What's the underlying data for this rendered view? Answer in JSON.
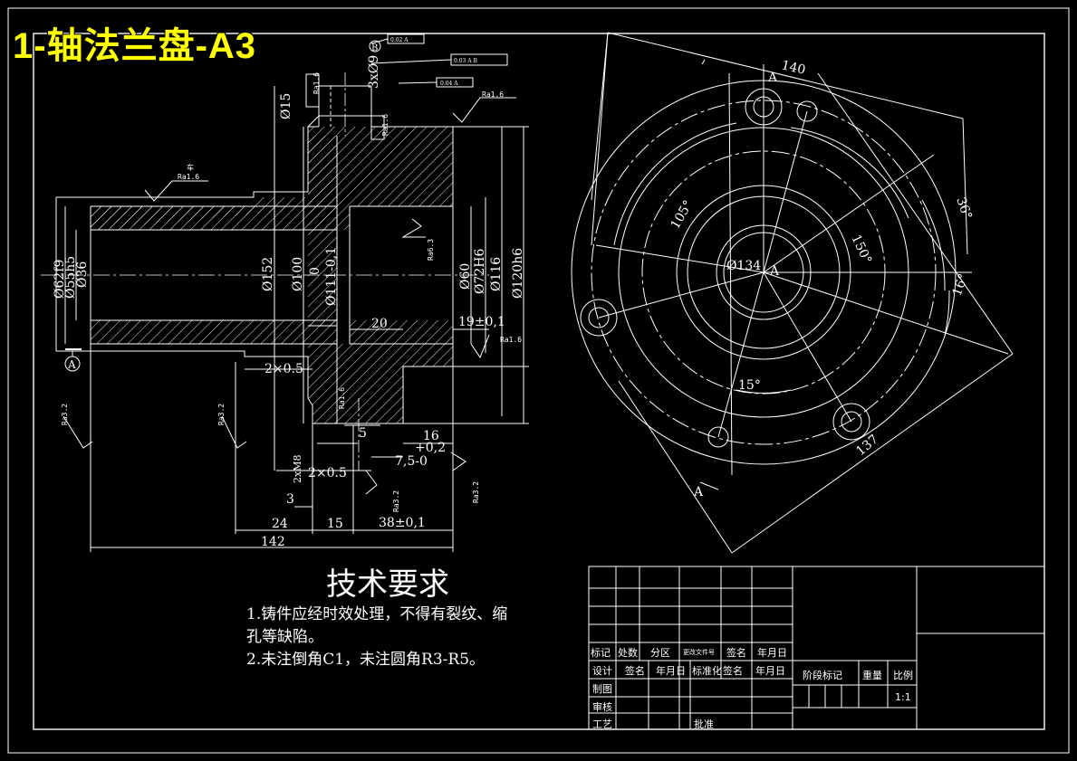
{
  "title_overlay": "1-轴法兰盘-A3",
  "requirements": {
    "heading": "技术要求",
    "line1": "1.铸件应经时效处理，不得有裂纹、缩",
    "line2": "孔等缺陷。",
    "line3": "2.未注倒角C1，未注圆角R3-R5。"
  },
  "section_view": {
    "dims": {
      "d62": "Ø62f9",
      "d55": "Ø55h5",
      "d36": "Ø36",
      "d152": "Ø152",
      "d100": "Ø100",
      "d111": "Ø111-0,1",
      "d111_top": "0",
      "d60": "Ø60",
      "d72": "Ø72H6",
      "d116": "Ø116",
      "d120": "Ø120h6",
      "d15": "Ø15",
      "holes": "3xØ9",
      "len20": "20",
      "len19": "19±0,1",
      "len2a": "2×0.5",
      "len2b": "2×0.5",
      "len16": "16",
      "len16_tol": "+0,2",
      "len75": "7,5-0",
      "len24": "24",
      "len15": "15",
      "len38": "38±0,1",
      "len142": "142",
      "len3": "3",
      "m8": "2xM8",
      "len5": "5"
    },
    "roughness": {
      "r1": "Ra1.6",
      "r2": "Ra1.6",
      "r3": "Ra1.6",
      "r4": "Ra3.2",
      "r5": "Ra3.2",
      "r6": "Ra3.2",
      "r7": "Ra3.2",
      "r8": "Ra1.6",
      "r9": "Ra1.6",
      "r10": "Ra6.3",
      "r11": "Ra1.6"
    },
    "turn_mark": "车",
    "datum_a": "A",
    "datum_b": "B",
    "tol1": "0.02 A",
    "tol2": "0.03 A B",
    "tol3": "0.04 A"
  },
  "front_view": {
    "dims": {
      "d140": "140",
      "d137": "137",
      "d134": "Ø134",
      "a105": "105°",
      "a150": "150°",
      "a36": "36°",
      "a16": "16°",
      "a15": "15°"
    },
    "labels": {
      "a_top": "A",
      "a_center": "A",
      "a_bottom": "A"
    }
  },
  "title_block": {
    "mark": "标记",
    "count": "处数",
    "zone": "分区",
    "change_doc": "更改文件号",
    "sign": "签名",
    "date": "年月日",
    "design": "设计",
    "sign2": "签名",
    "date2": "年月日",
    "standard": "标准化",
    "sign3": "签名",
    "date3": "年月日",
    "draw": "制图",
    "check": "审核",
    "process": "工艺",
    "approve": "批准",
    "stage": "阶段标记",
    "weight": "重量",
    "scale": "比例",
    "scale_val": "1:1"
  },
  "colors": {
    "background": "#000000",
    "lines": "#ffffff",
    "title": "#ffff00"
  }
}
